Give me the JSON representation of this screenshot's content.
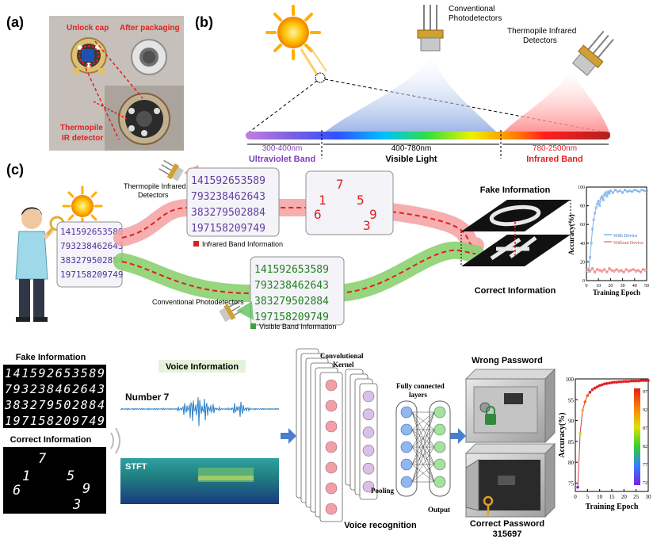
{
  "panel_a": {
    "label": "(a)",
    "unlock_cap": "Unlock cap",
    "after_packaging": "After packaging",
    "detector": [
      "Thermopile",
      "IR detector"
    ]
  },
  "panel_b": {
    "label": "(b)",
    "conventional": [
      "Conventional",
      "Photodetectors"
    ],
    "thermopile": [
      "Thermopile  Infrared",
      "Detectors"
    ],
    "uv_range": "300-400nm",
    "uv_name": "Ultraviolet Band",
    "vis_range": "400-780nm",
    "vis_name": "Visible Light",
    "ir_range": "780-2500nm",
    "ir_name": "Infrared Band"
  },
  "panel_c": {
    "label": "(c)",
    "thermopile": [
      "Thermopile  Infrared",
      "Detectors"
    ],
    "conventional": "Conventional Photodetectors",
    "digit_rows": [
      "141592653589",
      "793238462643",
      "383279502884",
      "197158209749"
    ],
    "ir_digits": [
      {
        "d": "7"
      },
      {
        "d": "1"
      },
      {
        "d": "5"
      },
      {
        "d": "6"
      },
      {
        "d": "9"
      },
      {
        "d": "3"
      }
    ],
    "ir_band_info": "Infrared Band Information",
    "vis_band_info": "Visible Band Information",
    "fake_info": "Fake Information",
    "correct_info": "Correct Information"
  },
  "accuracy_chart": {
    "type": "line",
    "xlabel": "Training Epoch",
    "ylabel": "Accuracy(%)",
    "xlim": [
      0,
      50
    ],
    "ylim": [
      0,
      100
    ],
    "xticks": [
      0,
      10,
      20,
      30,
      40,
      50
    ],
    "yticks": [
      0,
      20,
      40,
      60,
      80,
      100
    ],
    "legend_position": "center-right",
    "series": [
      {
        "name": "With Device",
        "color": "#7fb3e8",
        "x": [
          1,
          2,
          3,
          4,
          5,
          6,
          7,
          8,
          9,
          10,
          11,
          12,
          13,
          14,
          15,
          16,
          17,
          18,
          19,
          20,
          22,
          24,
          26,
          28,
          30,
          32,
          34,
          36,
          38,
          40,
          42,
          44,
          46,
          48,
          50
        ],
        "y": [
          10,
          12,
          25,
          40,
          55,
          65,
          72,
          78,
          82,
          85,
          80,
          88,
          90,
          86,
          92,
          94,
          90,
          95,
          93,
          96,
          94,
          97,
          95,
          96,
          94,
          97,
          95,
          96,
          95,
          97,
          96,
          95,
          97,
          96,
          96
        ]
      },
      {
        "name": "Without Device",
        "color": "#e88080",
        "x": [
          1,
          3,
          5,
          7,
          9,
          11,
          13,
          15,
          17,
          19,
          21,
          23,
          25,
          27,
          29,
          31,
          33,
          35,
          37,
          39,
          41,
          43,
          45,
          47,
          49
        ],
        "y": [
          12,
          10,
          13,
          9,
          12,
          11,
          10,
          12,
          9,
          13,
          11,
          10,
          12,
          10,
          11,
          9,
          12,
          10,
          11,
          12,
          10,
          11,
          9,
          12,
          11
        ]
      }
    ]
  },
  "bottom": {
    "fake_info": "Fake Information",
    "fake_rows": [
      "141592653589",
      "793238462643",
      "383279502884",
      "197158209749"
    ],
    "correct_info": "Correct Information",
    "correct_digits": [
      {
        "d": "7"
      },
      {
        "d": "1"
      },
      {
        "d": "5"
      },
      {
        "d": "6"
      },
      {
        "d": "9"
      },
      {
        "d": "3"
      }
    ],
    "voice_info": "Voice Information",
    "number": "Number 7",
    "stft": "STFT",
    "conv_kernel": [
      "Convolutional",
      "Kernel"
    ],
    "fully_connected": [
      "Fully connected",
      "layers"
    ],
    "pooling": "Pooling",
    "output": "Output",
    "voice_recognition": "Voice recognition",
    "wrong_password": "Wrong Password",
    "correct_password": "Correct Password",
    "password": "315697"
  },
  "password_chart": {
    "type": "scatter",
    "xlabel": "Training Epoch",
    "ylabel": "Accuracy(%)",
    "xlim": [
      0,
      30
    ],
    "ylim": [
      73,
      100
    ],
    "xticks": [
      0,
      5,
      10,
      15,
      20,
      25,
      30
    ],
    "yticks": [
      75,
      80,
      85,
      90,
      95,
      100
    ],
    "colorbar_ticks": [
      97,
      92,
      87,
      82,
      77,
      72
    ],
    "x": [
      1,
      2,
      3,
      4,
      5,
      6,
      7,
      8,
      9,
      10,
      11,
      12,
      13,
      14,
      15,
      16,
      17,
      18,
      19,
      20,
      21,
      22,
      23,
      24,
      25,
      26,
      27,
      28,
      29,
      30
    ],
    "y": [
      74,
      87,
      92.5,
      94.5,
      96,
      96.8,
      97.4,
      97.8,
      98.1,
      98.4,
      98.6,
      98.8,
      98.9,
      99,
      99.1,
      99.2,
      99.2,
      99.3,
      99.3,
      99.4,
      99.4,
      99.4,
      99.5,
      99.5,
      99.5,
      99.5,
      99.6,
      99.6,
      99.6,
      99.6
    ]
  }
}
